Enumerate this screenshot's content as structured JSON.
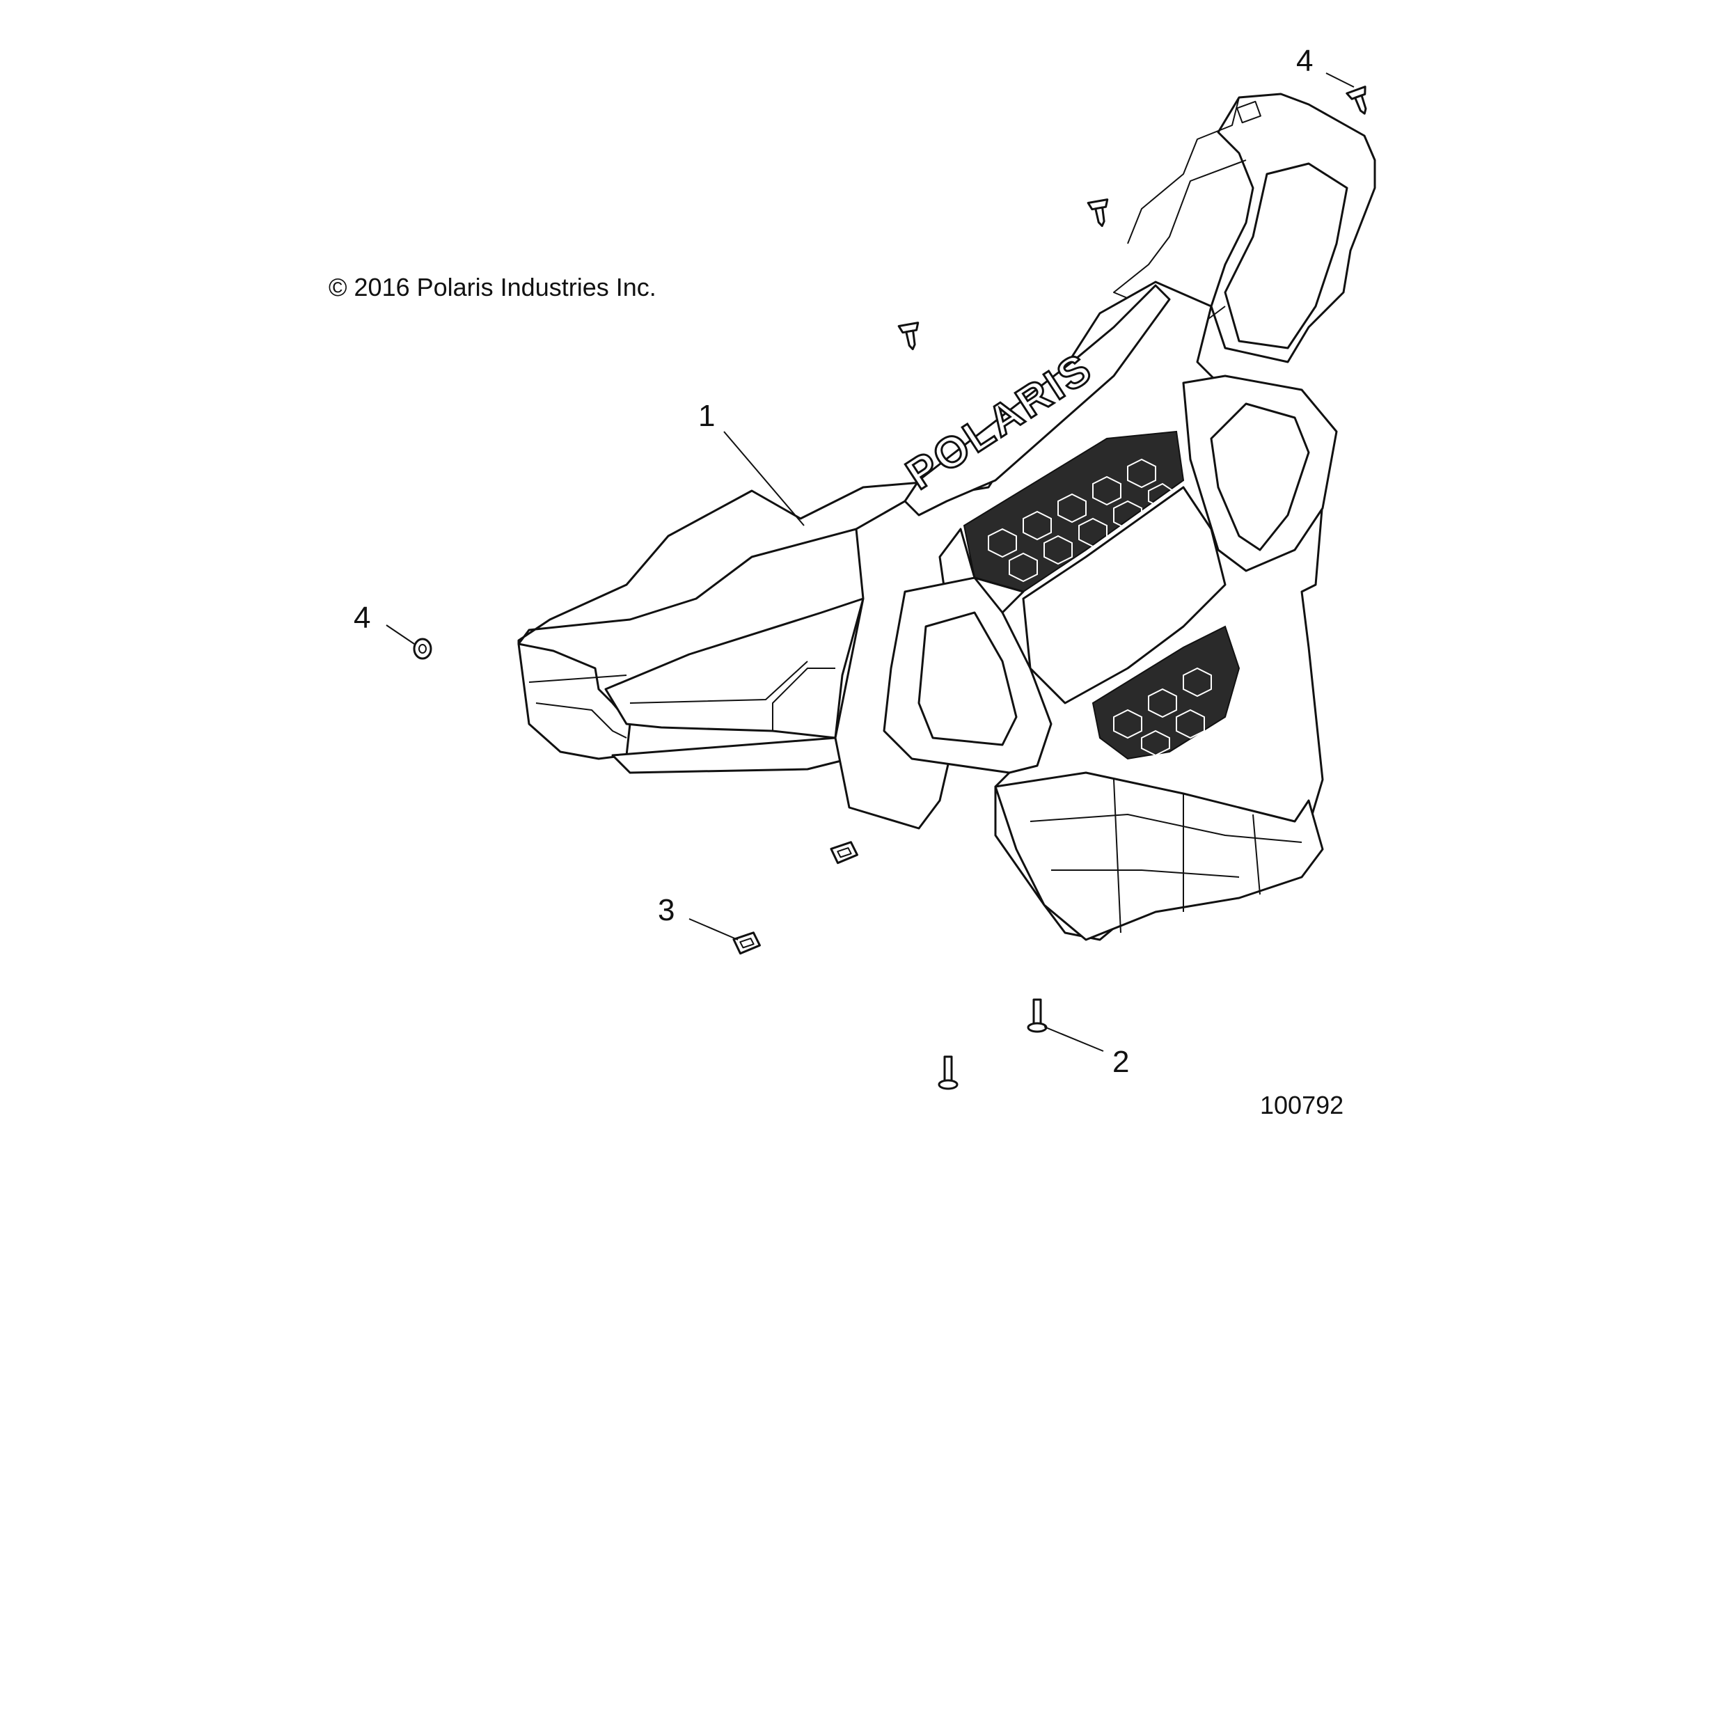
{
  "copyright": "© 2016 Polaris Industries Inc.",
  "figure_number": "100792",
  "logo_text": "POLARIS",
  "callouts": [
    {
      "id": "callout-1",
      "label": "1"
    },
    {
      "id": "callout-2",
      "label": "2"
    },
    {
      "id": "callout-3",
      "label": "3"
    },
    {
      "id": "callout-4-top",
      "label": "4"
    },
    {
      "id": "callout-4-left",
      "label": "4"
    }
  ],
  "colors": {
    "line": "#111111",
    "background": "#ffffff",
    "mesh": "#2a2a2a"
  }
}
